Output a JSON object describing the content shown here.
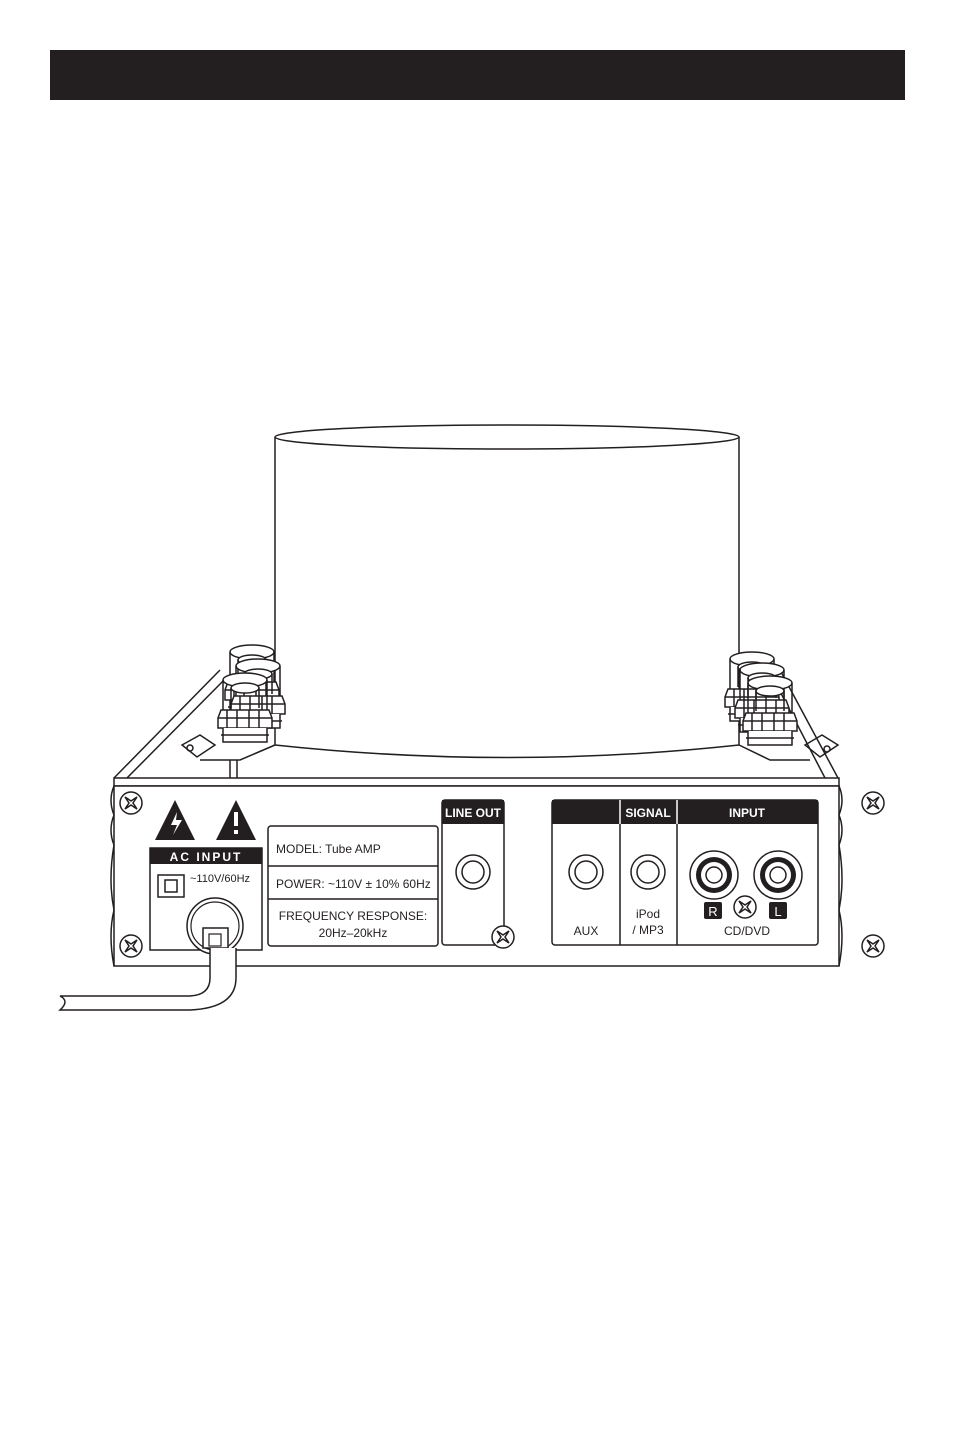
{
  "header_bar": {
    "color": "#231f20"
  },
  "ac_input": {
    "header": "AC INPUT",
    "rating": "~110V/60Hz"
  },
  "info_label": {
    "model": "MODEL:   Tube AMP",
    "power": "POWER:   ~110V ± 10% 60Hz",
    "frequency_title": "FREQUENCY RESPONSE:",
    "frequency_value": "20Hz–20kHz"
  },
  "line_out": {
    "header": "LINE OUT"
  },
  "signal_input": {
    "signal_header": "SIGNAL",
    "input_header": "INPUT",
    "aux_label": "AUX",
    "ipod_label_1": "iPod",
    "ipod_label_2": "/ MP3",
    "cd_label": "CD/DVD",
    "right_badge": "R",
    "left_badge": "L"
  },
  "colors": {
    "ink": "#231f20",
    "paper": "#ffffff"
  }
}
